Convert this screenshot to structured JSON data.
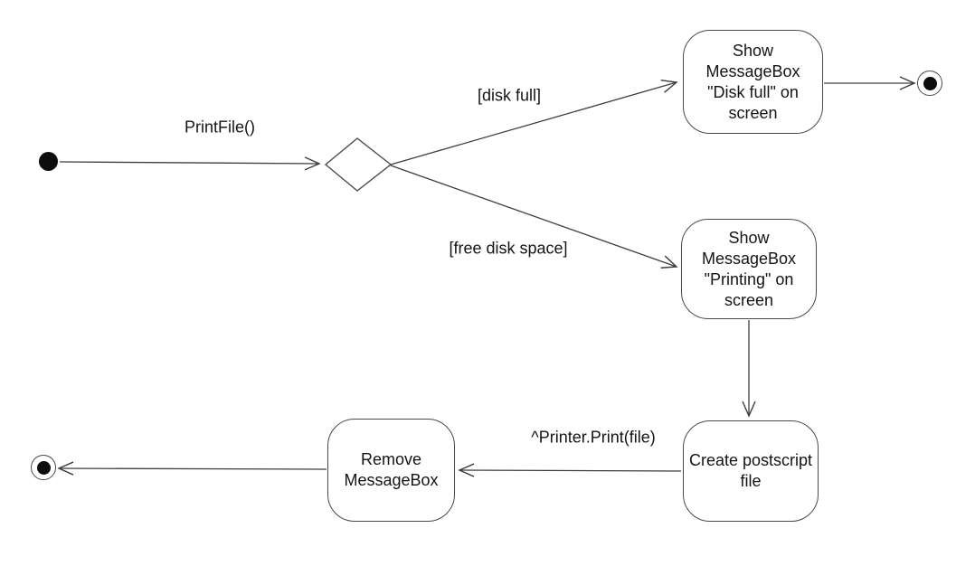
{
  "diagram": {
    "kind": "uml-activity-diagram",
    "colors": {
      "background": "#ffffff",
      "line": "#3d3d3d",
      "text": "#141414"
    },
    "nodes": {
      "initial_state": {
        "type": "initial-state"
      },
      "decision": {
        "type": "decision-diamond"
      },
      "show_disk_full_box": {
        "label": "Show\nMessageBox\n\"Disk full\" on\nscreen"
      },
      "show_printing_box": {
        "label": "Show\nMessageBox\n\"Printing\" on\nscreen"
      },
      "create_postscript_box": {
        "label": "Create postscript\nfile"
      },
      "remove_messagebox_box": {
        "label": "Remove\nMessageBox"
      },
      "final_state_top": {
        "type": "final-state"
      },
      "final_state_bottom": {
        "type": "final-state"
      }
    },
    "edge_labels": {
      "print_file": "PrintFile()",
      "disk_full": "[disk full]",
      "free_disk_space": "[free disk space]",
      "printer_print": "^Printer.Print(file)"
    }
  }
}
